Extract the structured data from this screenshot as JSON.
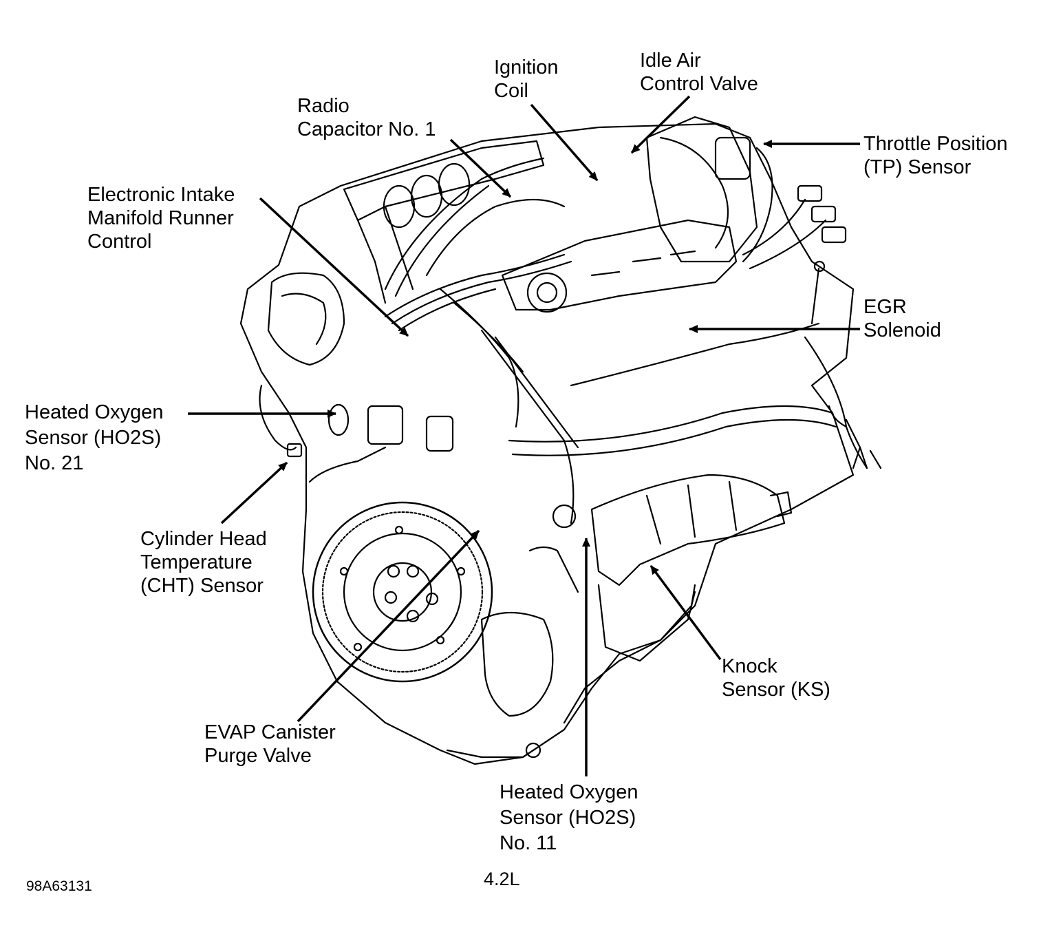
{
  "labels": {
    "ignition_coil": [
      "Ignition",
      "Coil"
    ],
    "idle_air": [
      "Idle Air",
      "Control Valve"
    ],
    "radio_capacitor": [
      "Radio",
      "Capacitor No. 1"
    ],
    "throttle_position": [
      "Throttle Position",
      "(TP) Sensor"
    ],
    "intake_manifold": [
      "Electronic Intake",
      "Manifold Runner",
      "Control"
    ],
    "egr_solenoid": [
      "EGR",
      "Solenoid"
    ],
    "ho2s_21": [
      "Heated Oxygen",
      "Sensor (HO2S)",
      "No. 21"
    ],
    "cht_sensor": [
      "Cylinder Head",
      "Temperature",
      "(CHT) Sensor"
    ],
    "knock_sensor": [
      "Knock",
      "Sensor (KS)"
    ],
    "evap_valve": [
      "EVAP Canister",
      "Purge Valve"
    ],
    "ho2s_11": [
      "Heated Oxygen",
      "Sensor (HO2S)",
      "No. 11"
    ]
  },
  "engine_label": "4.2L",
  "figure_id": "98A63131"
}
